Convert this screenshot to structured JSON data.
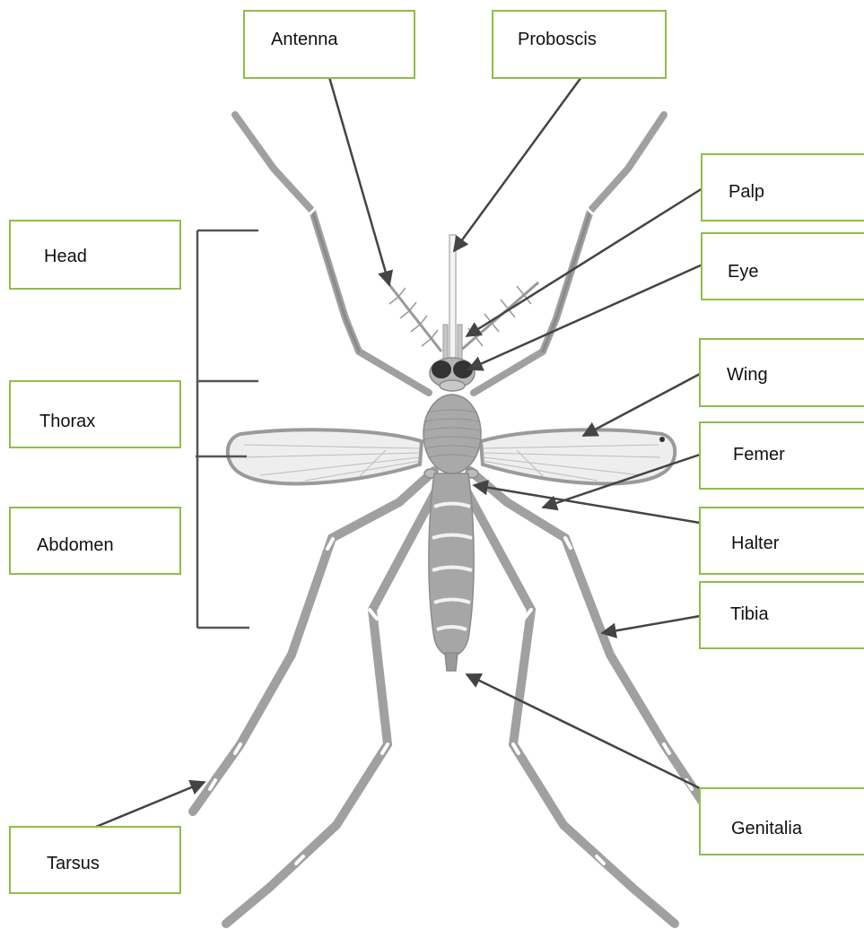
{
  "labels": {
    "antenna": "Antenna",
    "proboscis": "Proboscis",
    "palp": "Palp",
    "eye": "Eye",
    "head": "Head",
    "thorax": "Thorax",
    "abdomen": "Abdomen",
    "wing": "Wing",
    "femer": "Femer",
    "halter": "Halter",
    "tibia": "Tibia",
    "tarsus": "Tarsus",
    "genitalia": "Genitalia"
  },
  "colors": {
    "box_border": "#8fbd4a",
    "arrow": "#444444",
    "insect_body": "#a8a8a8",
    "insect_outline": "#8a8a8a"
  }
}
